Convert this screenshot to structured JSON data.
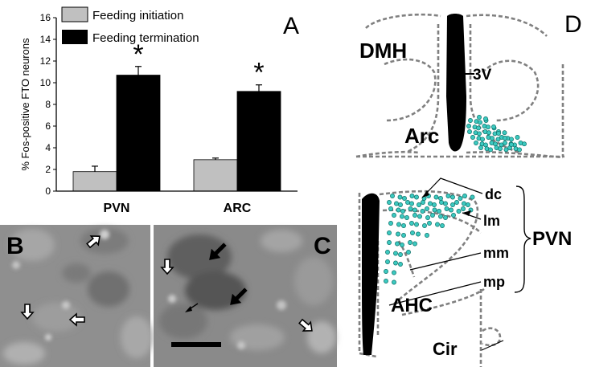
{
  "colors": {
    "initiation": "#c0c0c0",
    "termination": "#000000",
    "dot_fill": "#3cc9c0",
    "dot_stroke": "#0b6e66",
    "micro_bg": "#8e8e8e"
  },
  "panel_labels": {
    "a": "A",
    "b": "B",
    "c": "C",
    "d": "D"
  },
  "chart_data": {
    "type": "bar",
    "title": "",
    "xlabel": "",
    "ylabel": "% Fos-positive FTO neurons",
    "ylim": [
      0,
      16
    ],
    "yticks": [
      "0",
      "2",
      "4",
      "6",
      "8",
      "10",
      "12",
      "14",
      "16"
    ],
    "categories": [
      "PVN",
      "ARC"
    ],
    "series": [
      {
        "name": "Feeding initiation",
        "values": [
          1.8,
          2.9
        ],
        "errors": [
          0.5,
          0.15
        ]
      },
      {
        "name": "Feeding termination",
        "values": [
          10.7,
          9.2
        ],
        "errors": [
          0.8,
          0.6
        ]
      }
    ],
    "significance_marker": "*",
    "grid": false,
    "legend_position": "top-left"
  },
  "diagram": {
    "top_labels": {
      "dmh": "DMH",
      "third_ventricle": "3V",
      "arc": "Arc"
    },
    "bottom_labels": {
      "dc": "dc",
      "lm": "lm",
      "mm": "mm",
      "mp": "mp",
      "pvn": "PVN",
      "ahc": "AHC",
      "cir": "Cir"
    }
  }
}
